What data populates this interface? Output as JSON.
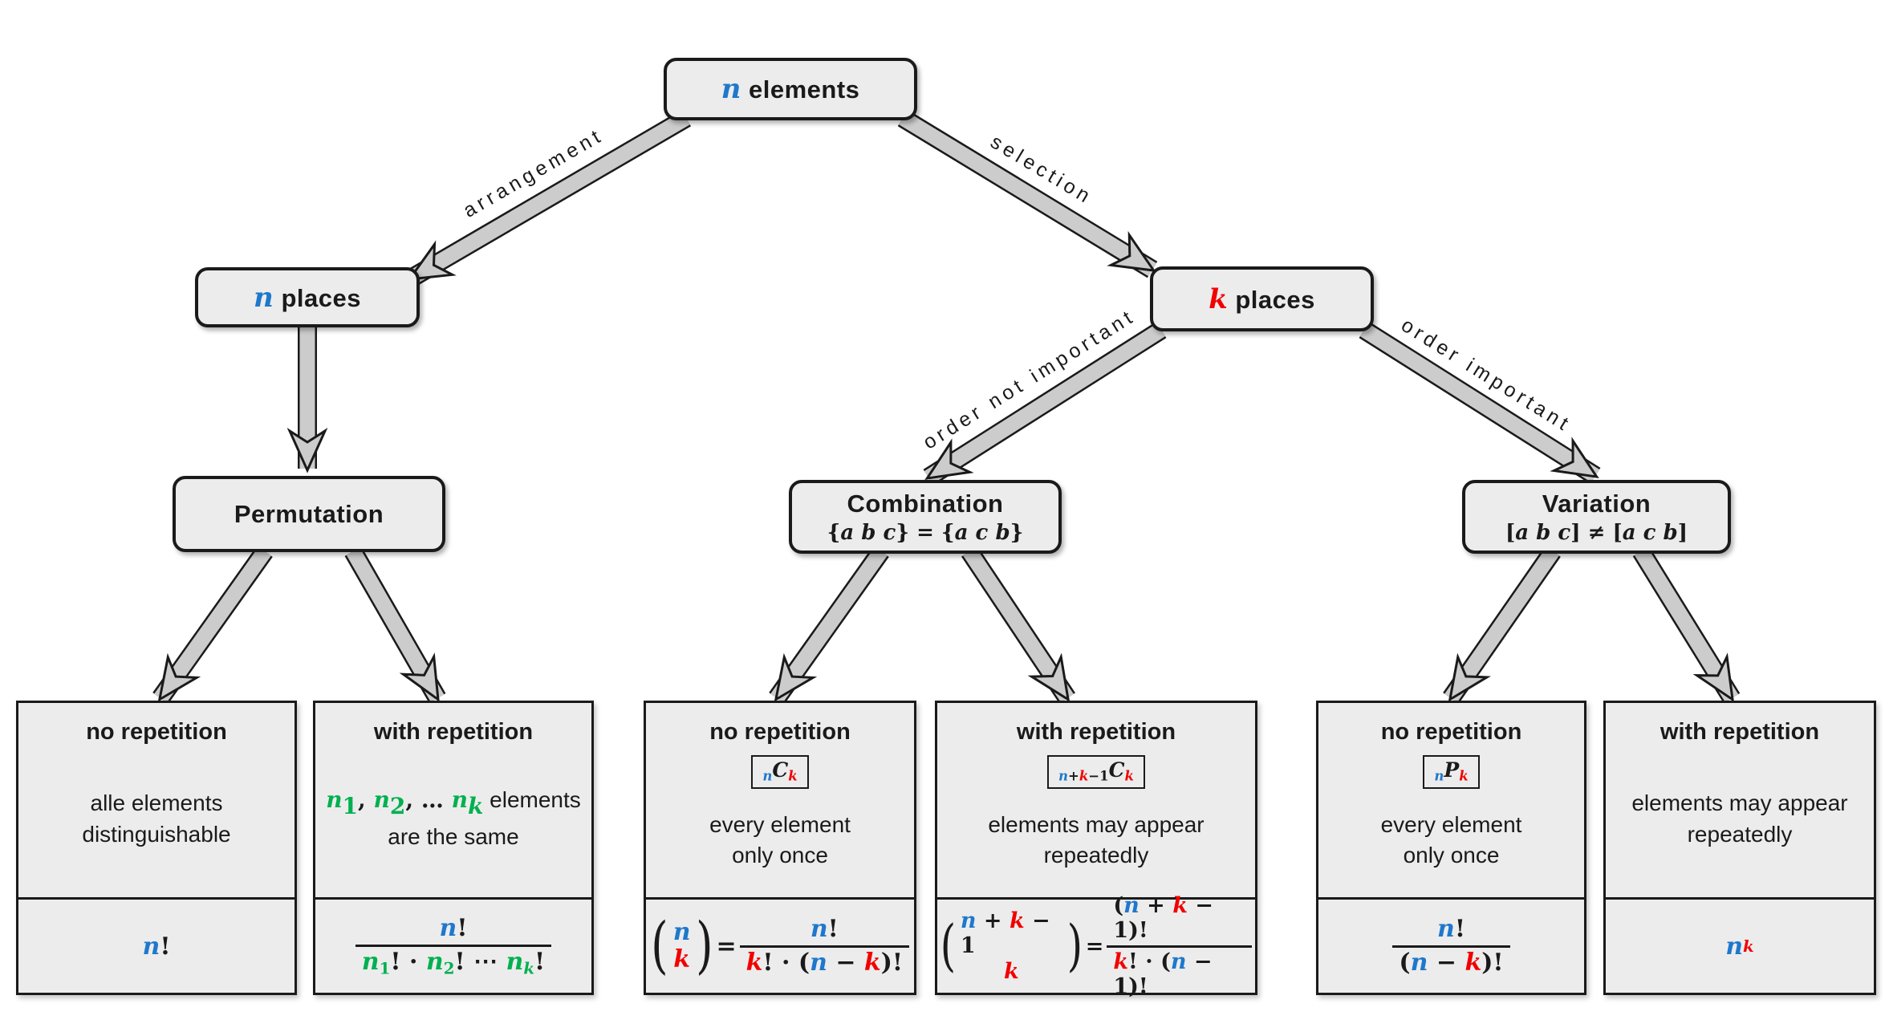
{
  "palette": {
    "blue": "#1e78cc",
    "red": "#f20000",
    "green": "#00b050",
    "box_fill": "#ececec",
    "arrow_fill": "#cccccc",
    "line": "#1a1a1a"
  },
  "nodes": {
    "root": {
      "segments": [
        {
          "t": "n",
          "m": 1,
          "i": 1,
          "c": "blue"
        },
        {
          "t": " elements",
          "b": 1
        }
      ]
    },
    "n_places": {
      "segments": [
        {
          "t": "n",
          "m": 1,
          "i": 1,
          "c": "blue"
        },
        {
          "t": " places",
          "b": 1
        }
      ]
    },
    "k_places": {
      "segments": [
        {
          "t": "k",
          "m": 1,
          "i": 1,
          "c": "red"
        },
        {
          "t": " places",
          "b": 1
        }
      ]
    },
    "permutation": {
      "title": "Permutation"
    },
    "combination": {
      "title": "Combination",
      "subtitle": [
        {
          "t": "{",
          "m": 1
        },
        {
          "t": "a b c",
          "m": 1,
          "i": 1
        },
        {
          "t": "} = {",
          "m": 1
        },
        {
          "t": "a c b",
          "m": 1,
          "i": 1
        },
        {
          "t": "}",
          "m": 1
        }
      ]
    },
    "variation": {
      "title": "Variation",
      "subtitle": [
        {
          "t": "[",
          "m": 1
        },
        {
          "t": "a b c",
          "m": 1,
          "i": 1
        },
        {
          "t": "] ≠ [",
          "m": 1
        },
        {
          "t": "a c b",
          "m": 1,
          "i": 1
        },
        {
          "t": "]",
          "m": 1
        }
      ]
    }
  },
  "edge_labels": {
    "arrangement": "arrangement",
    "selection": "selection",
    "order_not_important": "order not important",
    "order_important": "order important"
  },
  "leaves": [
    {
      "title": "no repetition",
      "desc": [
        [
          {
            "t": "alle elements"
          }
        ],
        [
          {
            "t": "distinguishable"
          }
        ]
      ],
      "formula": [
        {
          "t": "n",
          "m": 1,
          "i": 1,
          "c": "blue"
        },
        {
          "t": "!",
          "m": 1
        }
      ]
    },
    {
      "title": "with repetition",
      "desc": [
        [
          {
            "t": "n",
            "m": 1,
            "i": 1,
            "c": "green"
          },
          {
            "t": "1",
            "m": 1,
            "c": "green",
            "v": "sub"
          },
          {
            "t": ", ",
            "m": 1
          },
          {
            "t": "n",
            "m": 1,
            "i": 1,
            "c": "green"
          },
          {
            "t": "2",
            "m": 1,
            "c": "green",
            "v": "sub"
          },
          {
            "t": ", … ",
            "m": 1
          },
          {
            "t": "n",
            "m": 1,
            "i": 1,
            "c": "green"
          },
          {
            "t": "k",
            "m": 1,
            "i": 1,
            "c": "green",
            "v": "sub"
          },
          {
            "t": " elements"
          }
        ],
        [
          {
            "t": "are the same"
          }
        ]
      ],
      "formula": [
        {
          "frac": {
            "num": [
              {
                "t": "n",
                "m": 1,
                "i": 1,
                "c": "blue"
              },
              {
                "t": "!",
                "m": 1
              }
            ],
            "den": [
              {
                "t": "n",
                "m": 1,
                "i": 1,
                "c": "green"
              },
              {
                "t": "1",
                "m": 1,
                "c": "green",
                "v": "sub"
              },
              {
                "t": "! · ",
                "m": 1
              },
              {
                "t": "n",
                "m": 1,
                "i": 1,
                "c": "green"
              },
              {
                "t": "2",
                "m": 1,
                "c": "green",
                "v": "sub"
              },
              {
                "t": "! ⋯ ",
                "m": 1
              },
              {
                "t": "n",
                "m": 1,
                "i": 1,
                "c": "green"
              },
              {
                "t": "k",
                "m": 1,
                "i": 1,
                "c": "green",
                "v": "sub"
              },
              {
                "t": "!",
                "m": 1
              }
            ]
          }
        }
      ]
    },
    {
      "title": "no repetition",
      "badge": [
        {
          "t": "n",
          "m": 1,
          "i": 1,
          "c": "blue",
          "v": "sub"
        },
        {
          "t": "C",
          "m": 1,
          "i": 1
        },
        {
          "t": "k",
          "m": 1,
          "i": 1,
          "c": "red",
          "v": "sub"
        }
      ],
      "desc": [
        [
          {
            "t": "every element"
          }
        ],
        [
          {
            "t": "only once"
          }
        ]
      ],
      "formula": [
        {
          "binom": {
            "top": [
              {
                "t": "n",
                "m": 1,
                "i": 1,
                "c": "blue"
              }
            ],
            "bottom": [
              {
                "t": "k",
                "m": 1,
                "i": 1,
                "c": "red"
              }
            ]
          }
        },
        {
          "t": " = ",
          "m": 1
        },
        {
          "frac": {
            "num": [
              {
                "t": "n",
                "m": 1,
                "i": 1,
                "c": "blue"
              },
              {
                "t": "!",
                "m": 1
              }
            ],
            "den": [
              {
                "t": "k",
                "m": 1,
                "i": 1,
                "c": "red"
              },
              {
                "t": "! · (",
                "m": 1
              },
              {
                "t": "n",
                "m": 1,
                "i": 1,
                "c": "blue"
              },
              {
                "t": " − ",
                "m": 1
              },
              {
                "t": "k",
                "m": 1,
                "i": 1,
                "c": "red"
              },
              {
                "t": ")!",
                "m": 1
              }
            ]
          }
        }
      ]
    },
    {
      "title": "with repetition",
      "badge": [
        {
          "t": "n",
          "m": 1,
          "i": 1,
          "c": "blue",
          "v": "sub"
        },
        {
          "t": "+",
          "m": 1,
          "v": "sub"
        },
        {
          "t": "k",
          "m": 1,
          "i": 1,
          "c": "red",
          "v": "sub"
        },
        {
          "t": "−1",
          "m": 1,
          "v": "sub"
        },
        {
          "t": "C",
          "m": 1,
          "i": 1
        },
        {
          "t": "k",
          "m": 1,
          "i": 1,
          "c": "red",
          "v": "sub"
        }
      ],
      "desc": [
        [
          {
            "t": "elements may appear"
          }
        ],
        [
          {
            "t": "repeatedly"
          }
        ]
      ],
      "formula": [
        {
          "binom": {
            "top": [
              {
                "t": "n",
                "m": 1,
                "i": 1,
                "c": "blue"
              },
              {
                "t": " + ",
                "m": 1
              },
              {
                "t": "k",
                "m": 1,
                "i": 1,
                "c": "red"
              },
              {
                "t": " − 1",
                "m": 1
              }
            ],
            "bottom": [
              {
                "t": "k",
                "m": 1,
                "i": 1,
                "c": "red"
              }
            ]
          }
        },
        {
          "t": " = ",
          "m": 1
        },
        {
          "frac": {
            "num": [
              {
                "t": "(",
                "m": 1
              },
              {
                "t": "n",
                "m": 1,
                "i": 1,
                "c": "blue"
              },
              {
                "t": " + ",
                "m": 1
              },
              {
                "t": "k",
                "m": 1,
                "i": 1,
                "c": "red"
              },
              {
                "t": " − 1)!",
                "m": 1
              }
            ],
            "den": [
              {
                "t": "k",
                "m": 1,
                "i": 1,
                "c": "red"
              },
              {
                "t": "! · (",
                "m": 1
              },
              {
                "t": "n",
                "m": 1,
                "i": 1,
                "c": "blue"
              },
              {
                "t": " − 1)!",
                "m": 1
              }
            ]
          }
        }
      ]
    },
    {
      "title": "no repetition",
      "badge": [
        {
          "t": "n",
          "m": 1,
          "i": 1,
          "c": "blue",
          "v": "sub"
        },
        {
          "t": "P",
          "m": 1,
          "i": 1
        },
        {
          "t": "k",
          "m": 1,
          "i": 1,
          "c": "red",
          "v": "sub"
        }
      ],
      "desc": [
        [
          {
            "t": "every element"
          }
        ],
        [
          {
            "t": "only once"
          }
        ]
      ],
      "formula": [
        {
          "frac": {
            "num": [
              {
                "t": "n",
                "m": 1,
                "i": 1,
                "c": "blue"
              },
              {
                "t": "!",
                "m": 1
              }
            ],
            "den": [
              {
                "t": "(",
                "m": 1
              },
              {
                "t": "n",
                "m": 1,
                "i": 1,
                "c": "blue"
              },
              {
                "t": " − ",
                "m": 1
              },
              {
                "t": "k",
                "m": 1,
                "i": 1,
                "c": "red"
              },
              {
                "t": ")!",
                "m": 1
              }
            ]
          }
        }
      ]
    },
    {
      "title": "with repetition",
      "desc": [
        [
          {
            "t": "elements may appear"
          }
        ],
        [
          {
            "t": "repeatedly"
          }
        ]
      ],
      "formula": [
        {
          "t": "n",
          "m": 1,
          "i": 1,
          "c": "blue"
        },
        {
          "t": "k",
          "m": 1,
          "i": 1,
          "c": "red",
          "v": "sup"
        }
      ]
    }
  ]
}
